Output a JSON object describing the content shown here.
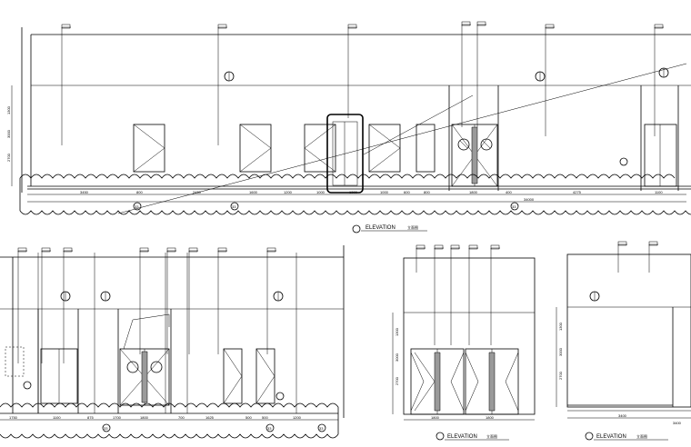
{
  "drawings": {
    "top": {
      "caption_title": "ELEVATION",
      "caption_sub": "立面图",
      "dims_bottom": [
        "3450",
        "800",
        "2450",
        "1600",
        "1200",
        "1000",
        "1300",
        "1000",
        "600",
        "800",
        "1800",
        "400",
        "4275",
        "1100"
      ],
      "dim_total": "34000",
      "grid_marks": [
        "33",
        "33",
        "33"
      ],
      "heights": [
        "1300",
        "3000",
        "2700"
      ]
    },
    "bottom_left": {
      "dims_bottom": [
        "1750",
        "1100",
        "875",
        "1700",
        "1800",
        "700",
        "1625",
        "500",
        "500",
        "1200"
      ],
      "grid_marks": [
        "33",
        "33",
        "33"
      ]
    },
    "bottom_mid": {
      "caption_title": "ELEVATION",
      "caption_sub": "立面图",
      "dims_bottom": [
        "1800",
        "1800"
      ],
      "heights": [
        "1300",
        "3000",
        "2700"
      ]
    },
    "bottom_right": {
      "caption_title": "ELEVATION",
      "caption_sub": "立面图",
      "dims_bottom": [
        "3400",
        "3400"
      ],
      "heights": [
        "1300",
        "3000",
        "2700"
      ]
    }
  }
}
